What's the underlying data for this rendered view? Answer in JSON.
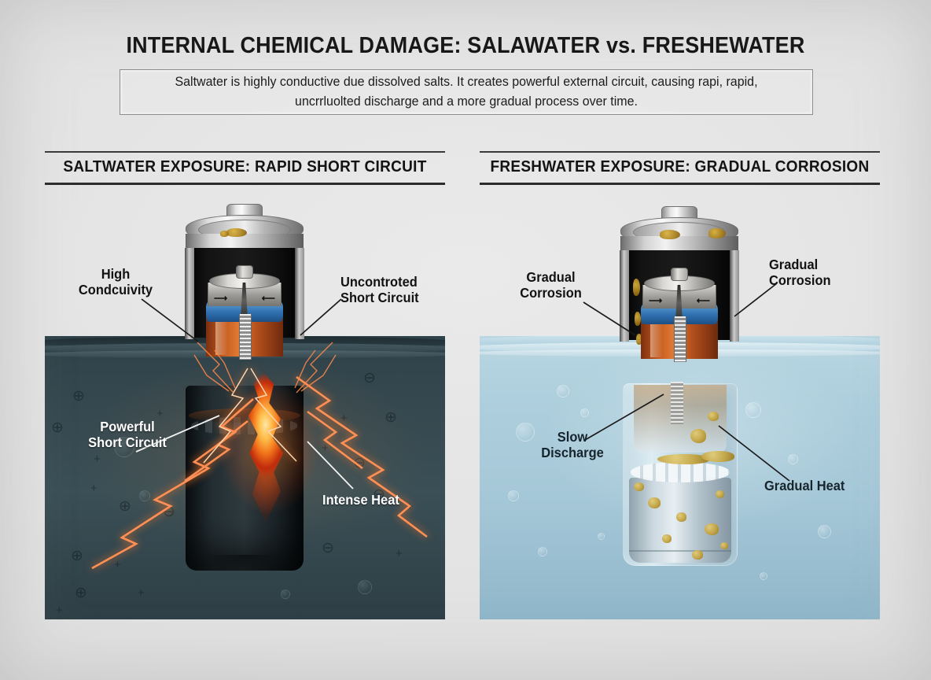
{
  "header": {
    "title": "INTERNAL CHEMICAL DAMAGE: SALAWATER vs. FRESHEWATER",
    "subtitle": "Saltwater is highly conductive due dissolved salts. It creates powerful external circuit, causing rapi, rapid, uncrrluolted discharge and a more gradual process over time."
  },
  "sections": [
    {
      "id": "saltwater",
      "heading": "SALTWATER EXPOSURE: RAPID SHORT CIRCUIT"
    },
    {
      "id": "freshwater",
      "heading": "FRESHWATER EXPOSURE: GRADUAL CORROSION"
    }
  ],
  "left_panel": {
    "scene": "battery-in-saltwater-short-circuit",
    "water_color": "#3a4f56",
    "accent_color": "#ff9055",
    "callouts": [
      {
        "id": "high-conductivity",
        "text": "High\nCondcuivity",
        "style": "dark"
      },
      {
        "id": "uncontrolled-short-circuit",
        "text": "Uncontroted\nShort Circuit",
        "style": "dark"
      },
      {
        "id": "powerful-short-circuit",
        "text": "Powerful\nShort Circuit",
        "style": "white"
      },
      {
        "id": "intense-heat",
        "text": "Intense Heat",
        "style": "white"
      }
    ]
  },
  "right_panel": {
    "scene": "battery-in-freshwater-corrosion",
    "water_color": "#a4c7d7",
    "accent_color": "#c3a33f",
    "callouts": [
      {
        "id": "gradual-corrosion-left",
        "text": "Gradual\nCorrosion",
        "style": "dark"
      },
      {
        "id": "gradual-corrosion-right",
        "text": "Gradual\nCorrosion",
        "style": "dark"
      },
      {
        "id": "slow-discharge",
        "text": "Slow\nDischarge",
        "style": "navy"
      },
      {
        "id": "gradual-heat",
        "text": "Gradual Heat",
        "style": "navy"
      }
    ]
  },
  "theme": {
    "background": "#e3e3e3",
    "title_color": "#141414",
    "rule_color": "#3a3a3a"
  }
}
